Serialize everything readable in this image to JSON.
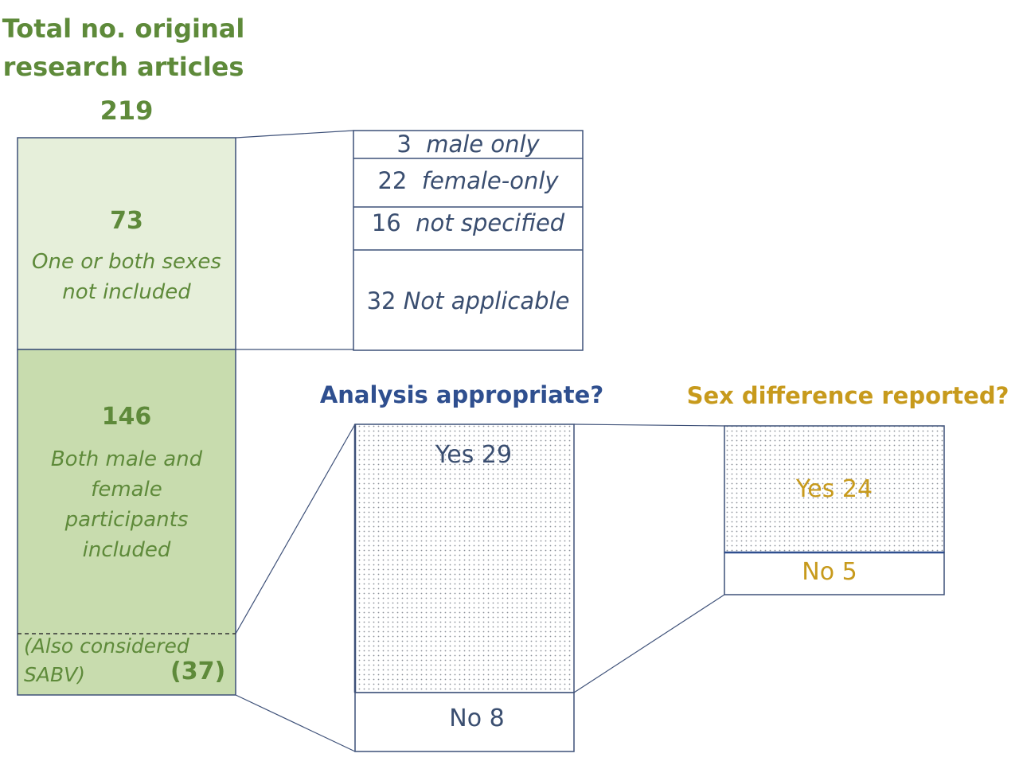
{
  "header": {
    "line1": "Total no. original",
    "line2": "research articles",
    "total": "219"
  },
  "not_included": {
    "count": "73",
    "line1": "One or both sexes",
    "line2": "not included",
    "breakdown": [
      {
        "num": "3",
        "label": "male only"
      },
      {
        "num": "22",
        "label": "female-only"
      },
      {
        "num": "16",
        "label": "not specified"
      },
      {
        "num": "32",
        "label": "Not  applicable"
      }
    ]
  },
  "both_included": {
    "count": "146",
    "lines": [
      "Both male and",
      "female",
      "participants",
      "included"
    ],
    "sabv_line1": "(Also considered",
    "sabv_line2": "SABV)",
    "sabv_count": "(37)"
  },
  "analysis": {
    "title": "Analysis appropriate?",
    "yes": "Yes 29",
    "no": "No 8"
  },
  "sex_difference": {
    "title": "Sex difference reported?",
    "yes": "Yes 24",
    "no": "No 5"
  },
  "colors": {
    "light_green": "#e6efda",
    "mid_green": "#c8dcae",
    "green_text": "#5e8a3a",
    "navy": "#2f4f8f",
    "gold": "#c79a1c",
    "border": "#3d5078"
  }
}
